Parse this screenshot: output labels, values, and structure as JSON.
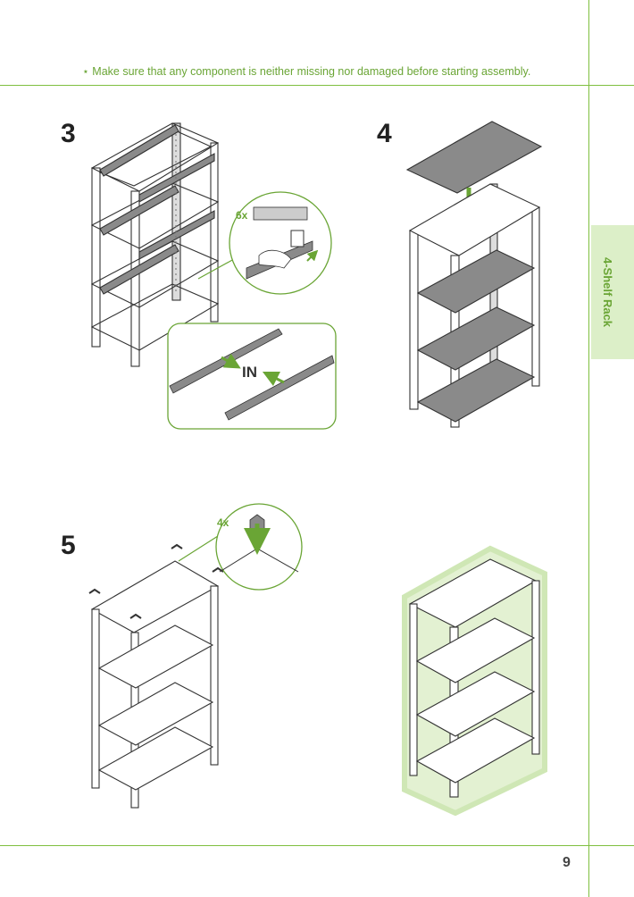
{
  "header": {
    "notice": "⋆ Make sure that any component is neither missing nor damaged before starting assembly."
  },
  "side_tab": {
    "label": "4-Shelf Rack"
  },
  "steps": [
    {
      "number": "3",
      "callout_qty": "6x",
      "detail_label": "IN"
    },
    {
      "number": "4"
    },
    {
      "number": "5",
      "callout_qty": "4x"
    }
  ],
  "footer": {
    "page_number": "9"
  },
  "colors": {
    "accent": "#7fbf3f",
    "tab_fill": "#dcefc8",
    "shelf_gray": "#8a8a8a",
    "highlight": "#e3f1d2"
  }
}
